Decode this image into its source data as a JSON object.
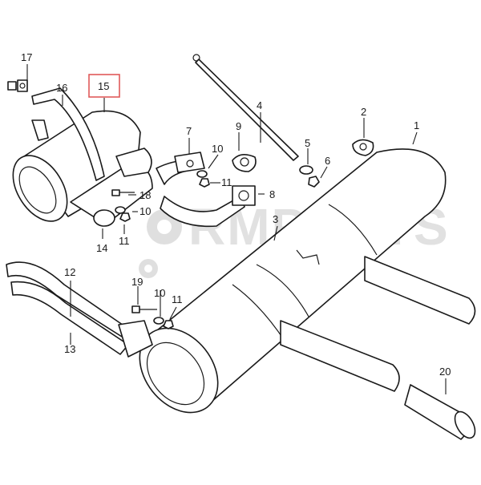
{
  "watermark": {
    "text": "RMPARTS"
  },
  "highlight_color": "#e05a5a",
  "callouts": {
    "c1": "1",
    "c2": "2",
    "c3": "3",
    "c4": "4",
    "c5": "5",
    "c6": "6",
    "c7": "7",
    "c8": "8",
    "c9": "9",
    "c10a": "10",
    "c10b": "10",
    "c10c": "10",
    "c11a": "11",
    "c11b": "11",
    "c11c": "11",
    "c12": "12",
    "c13": "13",
    "c14": "14",
    "c15": "15",
    "c16": "16",
    "c17": "17",
    "c18": "18",
    "c19": "19",
    "c20": "20"
  },
  "highlighted_part": "15"
}
